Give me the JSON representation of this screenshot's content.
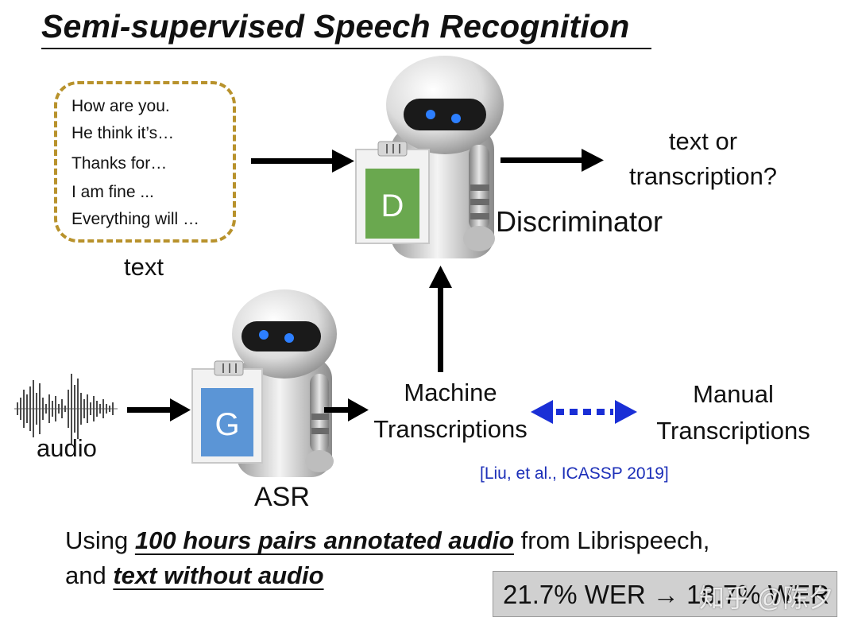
{
  "title": "Semi-supervised Speech Recognition",
  "text_examples": [
    "How are you.",
    "He think it’s…",
    "Thanks for…",
    "I am fine ...",
    "Everything will …"
  ],
  "labels": {
    "text": "text",
    "discriminator": "Discriminator",
    "discriminator_letter": "D",
    "generator_letter": "G",
    "output_line1": "text or",
    "output_line2": "transcription?",
    "audio": "audio",
    "asr": "ASR",
    "machine_line1": "Machine",
    "machine_line2": "Transcriptions",
    "manual_line1": "Manual",
    "manual_line2": "Transcriptions"
  },
  "citation": "[Liu, et al., ICASSP 2019]",
  "bottom": {
    "line1_prefix": "Using ",
    "line1_emph": "100 hours pairs annotated audio",
    "line1_suffix": " from Librispeech,",
    "line2_prefix": "and ",
    "line2_emph": "text without audio"
  },
  "result": "21.7% WER → 18.7% WER",
  "watermark": "知乎 @陈夕",
  "colors": {
    "box_border": "#b8922c",
    "d_card": "#6aa84f",
    "g_card": "#5b95d6",
    "citation": "#1c2fb8",
    "dotted_arrow": "#1a2fd6"
  }
}
